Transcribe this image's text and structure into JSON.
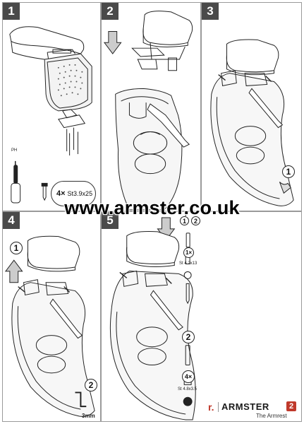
{
  "steps": [
    {
      "number": "1"
    },
    {
      "number": "2"
    },
    {
      "number": "3"
    },
    {
      "number": "4"
    },
    {
      "number": "5"
    }
  ],
  "step1": {
    "screw_qty": "4×",
    "screw_spec": "St3.9x25",
    "screwdriver_label": "PH"
  },
  "step3": {
    "callout": "1"
  },
  "step4": {
    "callout_1": "1",
    "callout_2": "2",
    "hex_key": "3mm"
  },
  "step5": {
    "callout_1": "1",
    "callout_2": "2",
    "callout_3": "2",
    "qty_1": "1×",
    "qty_2": "4×",
    "spec_1": "St 4.2x13",
    "spec_2": "St 4.8x3.5"
  },
  "banner": {
    "url": "www.armster.co.uk"
  },
  "brand": {
    "name": "ARMSTER",
    "badge": "2",
    "tagline": "The Armrest"
  }
}
